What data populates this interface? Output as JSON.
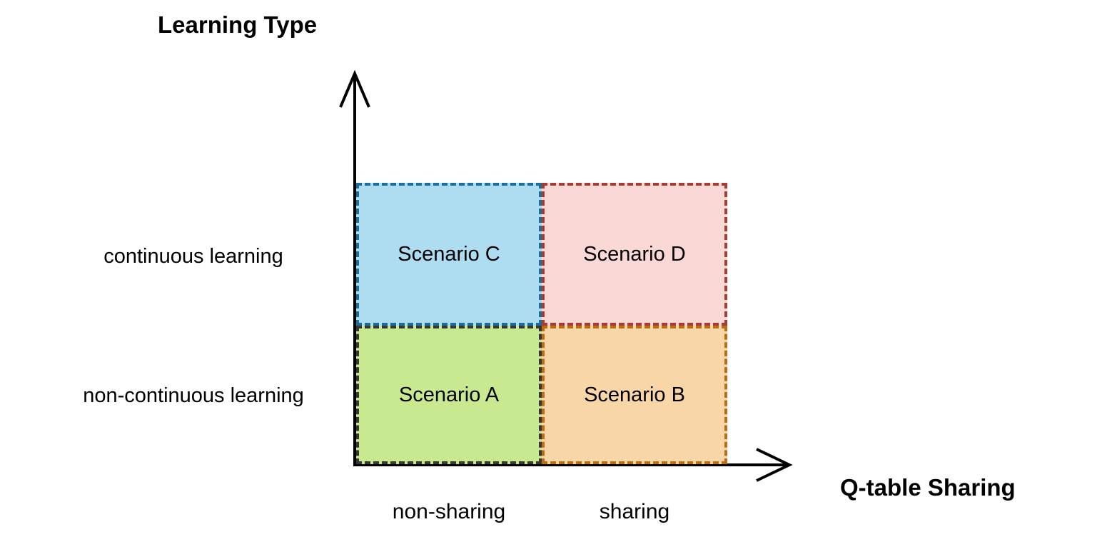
{
  "diagram": {
    "y_axis": {
      "title": "Learning Type",
      "labels": [
        "continuous learning",
        "non-continuous learning"
      ]
    },
    "x_axis": {
      "title": "Q-table Sharing",
      "labels": [
        "non-sharing",
        "sharing"
      ]
    },
    "quadrants": [
      {
        "label": "Scenario A",
        "fill": "#c8e98f",
        "border": "#363636",
        "row": "non-continuous learning",
        "column": "non-sharing"
      },
      {
        "label": "Scenario B",
        "fill": "#f8d6a7",
        "border": "#bc6d10",
        "row": "non-continuous learning",
        "column": "sharing"
      },
      {
        "label": "Scenario C",
        "fill": "#aedcf0",
        "border": "#1a6f9e",
        "row": "continuous learning",
        "column": "non-sharing"
      },
      {
        "label": "Scenario D",
        "fill": "#f9d8d5",
        "border": "#a93b32",
        "row": "continuous learning",
        "column": "sharing"
      }
    ],
    "axis_color": "#000000"
  }
}
